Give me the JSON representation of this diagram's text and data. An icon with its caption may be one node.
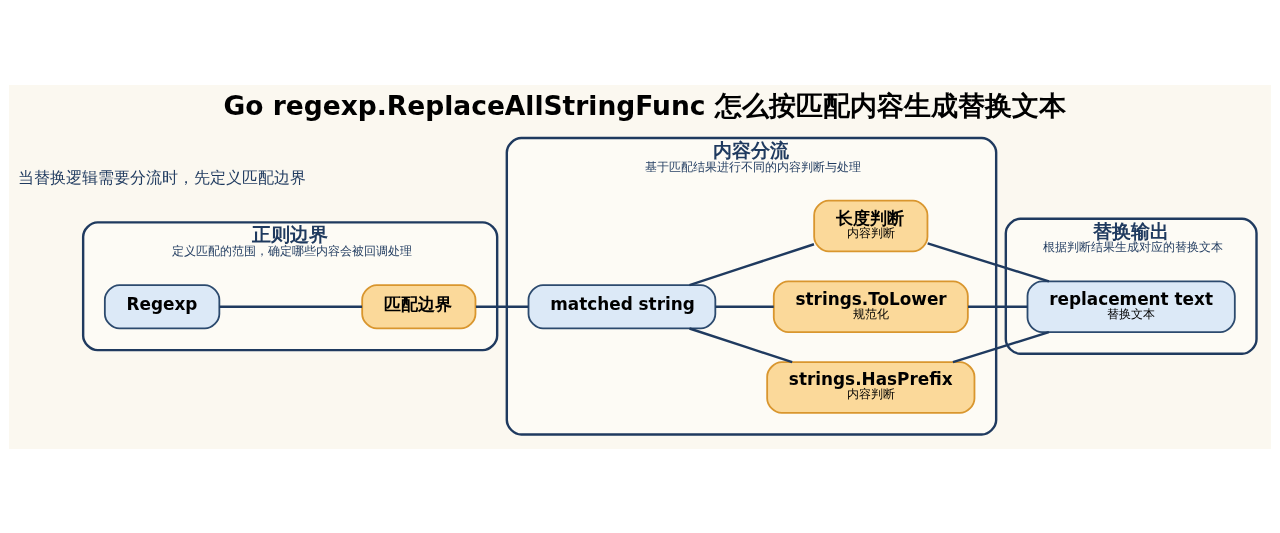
{
  "diagram": {
    "title": "Go regexp.ReplaceAllStringFunc 怎么按匹配内容生成替换文本",
    "nodes": [
      {
        "text": [
          "正则边界",
          "定义匹配的范围，确定哪些内容会被回调处理"
        ]
      },
      {
        "text": [
          "Regexp"
        ],
        "in": 0
      },
      {
        "text": [
          "匹配边界"
        ],
        "in": 0
      },
      {
        "text": [
          "内容分流",
          "基于匹配结果进行不同的内容判断与处理"
        ]
      },
      {
        "text": [
          "matched string"
        ],
        "in": 3
      },
      {
        "text": [
          "strings.HasPrefix",
          "内容判断"
        ],
        "in": 3
      },
      {
        "text": [
          "strings.ToLower",
          "规范化"
        ],
        "in": 3
      },
      {
        "text": [
          "长度判断",
          "内容判断"
        ],
        "in": 3
      },
      {
        "text": [
          "替换输出",
          "根据判断结果生成对应的替换文本"
        ]
      },
      {
        "text": [
          "replacement text",
          "替换文本"
        ],
        "in": 8
      }
    ],
    "edges": [
      {
        "from": 1,
        "to": 2,
        "arrow": "none"
      },
      {
        "from": 2,
        "to": 4,
        "arrow": "none"
      },
      {
        "from": 4,
        "to": 5,
        "arrow": "none"
      },
      {
        "from": 4,
        "to": 6,
        "arrow": "none"
      },
      {
        "from": 4,
        "to": 7,
        "arrow": "none"
      },
      {
        "from": 5,
        "to": 9,
        "arrow": "none"
      },
      {
        "from": 6,
        "to": 9,
        "arrow": "none"
      },
      {
        "from": 7,
        "to": 9,
        "arrow": "none"
      }
    ],
    "labels": [
      "当替换逻辑需要分流时，先定义匹配边界"
    ]
  }
}
